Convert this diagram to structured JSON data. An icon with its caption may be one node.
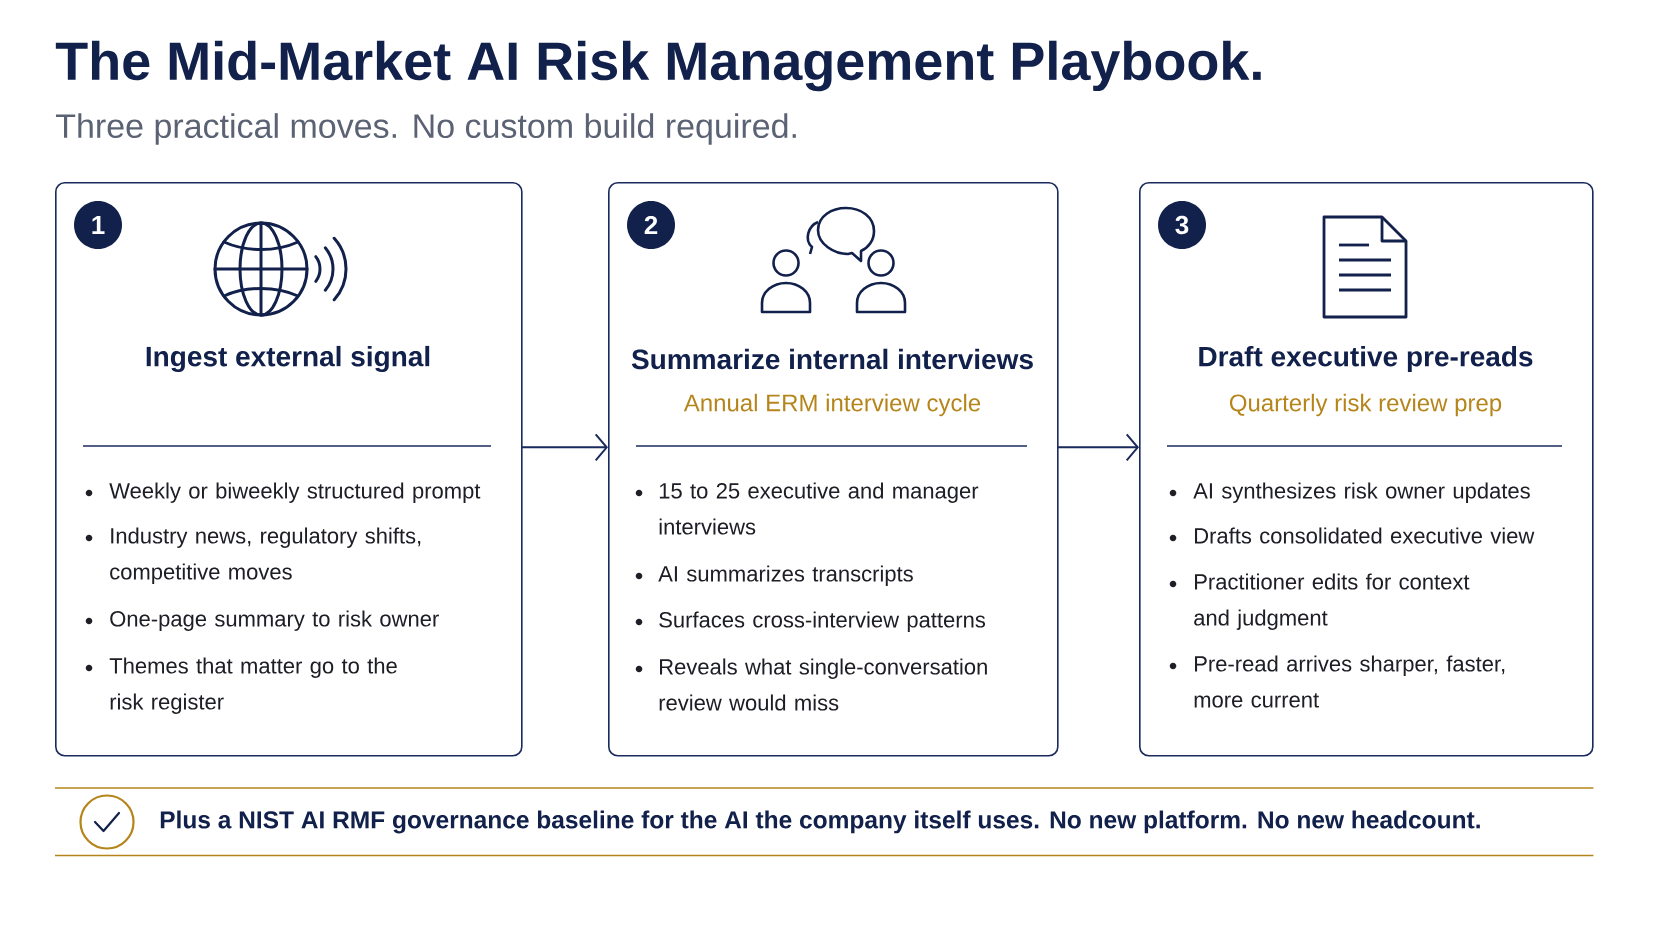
{
  "diagram": {
    "title": "The Mid-Market AI Risk Management Playbook.",
    "nodes": [
      {
        "text": [
          "Ingest external signal",
          "Weekly or biweekly structured prompt",
          "Industry news, regulatory shifts, competitive moves",
          "One-page summary to risk owner",
          "Themes that matter go to the risk register"
        ]
      },
      {
        "text": [
          "1"
        ],
        "in": 0
      },
      {
        "text": [
          "Summarize internal interviews",
          "Annual ERM interview cycle",
          "15 to 25 executive and manager interviews",
          "AI summarizes transcripts",
          "Surfaces cross-interview patterns",
          "Reveals what single-conversation review would miss"
        ]
      },
      {
        "text": [
          "2"
        ],
        "in": 2
      },
      {
        "text": [
          "Draft executive pre-reads",
          "Quarterly risk review prep",
          "AI synthesizes risk owner updates",
          "Drafts consolidated executive view",
          "Practitioner edits for context and judgment",
          "Pre-read arrives sharper, faster, more current"
        ]
      },
      {
        "text": [
          "3"
        ],
        "in": 4
      },
      {
        "text": [
          "Plus a NIST AI RMF governance baseline for the AI the company itself uses. No new platform. No new headcount."
        ]
      }
    ],
    "edges": [
      {
        "from": 0,
        "to": 2,
        "arrow": "to"
      },
      {
        "from": 2,
        "to": 4,
        "arrow": "to"
      }
    ],
    "labels": [
      "Three practical moves. No custom build required."
    ]
  }
}
